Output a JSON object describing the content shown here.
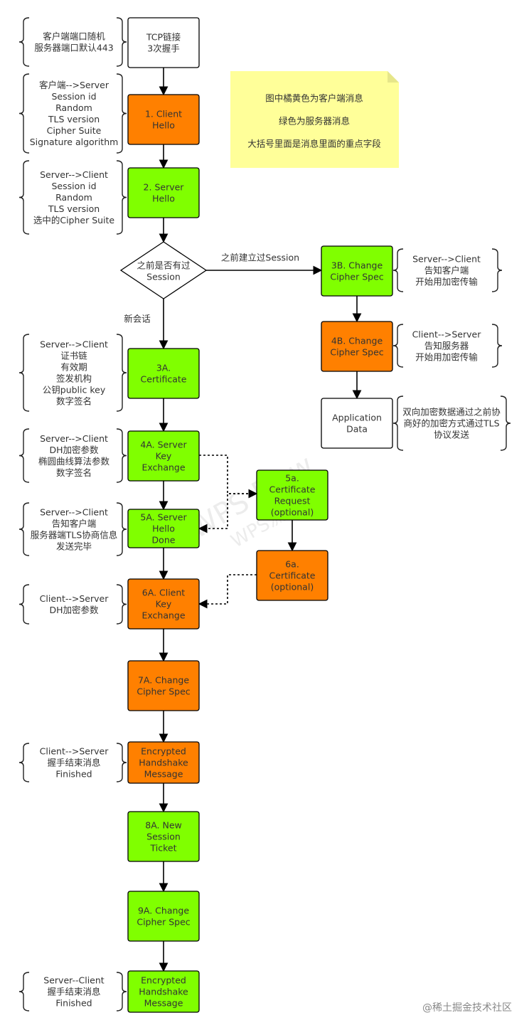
{
  "colors": {
    "client": "#ff8000",
    "server": "#80ff00",
    "neutral": "#ffffff",
    "note": "#ffff99",
    "stroke": "#000000",
    "text": "#333333",
    "footer": "#888888"
  },
  "boxes": [
    {
      "id": "tcp",
      "lines": [
        "TCP链接",
        "3次握手"
      ],
      "role": "neutral"
    },
    {
      "id": "client-hello",
      "lines": [
        "1. Client",
        "Hello"
      ],
      "role": "client"
    },
    {
      "id": "server-hello",
      "lines": [
        "2. Server",
        "Hello"
      ],
      "role": "server"
    },
    {
      "id": "change-cipher-3b",
      "lines": [
        "3B. Change",
        "Cipher Spec"
      ],
      "role": "server"
    },
    {
      "id": "change-cipher-4b",
      "lines": [
        "4B. Change",
        "Cipher Spec"
      ],
      "role": "client"
    },
    {
      "id": "app-data",
      "lines": [
        "Application",
        "Data"
      ],
      "role": "neutral"
    },
    {
      "id": "certificate-3a",
      "lines": [
        "3A.",
        "Certificate"
      ],
      "role": "server"
    },
    {
      "id": "server-key-exchange",
      "lines": [
        "4A. Server",
        "Key",
        "Exchange"
      ],
      "role": "server"
    },
    {
      "id": "cert-request",
      "lines": [
        "5a.",
        "Certificate",
        "Request",
        "(optional)"
      ],
      "role": "server"
    },
    {
      "id": "server-hello-done",
      "lines": [
        "5A. Server",
        "Hello",
        "Done"
      ],
      "role": "server"
    },
    {
      "id": "cert-optional",
      "lines": [
        "6a.",
        "Certificate",
        "(optional)"
      ],
      "role": "client"
    },
    {
      "id": "client-key-exchange",
      "lines": [
        "6A. Client",
        "Key",
        "Exchange"
      ],
      "role": "client"
    },
    {
      "id": "change-cipher-7a",
      "lines": [
        "7A. Change",
        "Cipher Spec"
      ],
      "role": "client"
    },
    {
      "id": "encrypted-hs-client",
      "lines": [
        "Encrypted",
        "Handshake",
        "Message"
      ],
      "role": "client"
    },
    {
      "id": "session-ticket",
      "lines": [
        "8A. New",
        "Session",
        "Ticket"
      ],
      "role": "server"
    },
    {
      "id": "change-cipher-9a",
      "lines": [
        "9A. Change",
        "Cipher Spec"
      ],
      "role": "server"
    },
    {
      "id": "encrypted-hs-server",
      "lines": [
        "Encrypted",
        "Handshake",
        "Message"
      ],
      "role": "server"
    }
  ],
  "decision": {
    "lines": [
      "之前是否有过",
      "Session"
    ]
  },
  "edge_labels": {
    "resumed": "之前建立过Session",
    "new_session": "新会话"
  },
  "annotations": [
    {
      "id": "tcp",
      "lines": [
        "客户端端口随机",
        "服务器端口默认443"
      ]
    },
    {
      "id": "client-hello",
      "lines": [
        "客户端-->Server",
        "Session id",
        "Random",
        "TLS version",
        "Cipher Suite",
        "Signature algorithm"
      ]
    },
    {
      "id": "server-hello",
      "lines": [
        "Server-->Client",
        "Session id",
        "Random",
        "TLS version",
        "选中的Cipher Suite"
      ]
    },
    {
      "id": "change-cipher-3b",
      "lines": [
        "Server-->Client",
        "告知客户端",
        "开始用加密传输"
      ]
    },
    {
      "id": "change-cipher-4b",
      "lines": [
        "Client-->Server",
        "告知服务器",
        "开始用加密传输"
      ]
    },
    {
      "id": "app-data",
      "lines": [
        "双向加密数据通过之前协",
        "商好的加密方式通过TLS",
        "协议发送"
      ]
    },
    {
      "id": "certificate-3a",
      "lines": [
        "Server-->Client",
        "证书链",
        "有效期",
        "签发机构",
        "公钥public key",
        "数字签名"
      ]
    },
    {
      "id": "server-key-exchange",
      "lines": [
        "Server-->Client",
        "DH加密参数",
        "椭圆曲线算法参数",
        "数字签名"
      ]
    },
    {
      "id": "server-hello-done",
      "lines": [
        "Server-->Client",
        "告知客户端",
        "服务器端TLS协商信息",
        "发送完毕"
      ]
    },
    {
      "id": "client-key-exchange",
      "lines": [
        "Client-->Server",
        "DH加密参数"
      ]
    },
    {
      "id": "encrypted-hs-client",
      "lines": [
        "Client-->Server",
        "握手结束消息",
        "Finished"
      ]
    },
    {
      "id": "encrypted-hs-server",
      "lines": [
        "Server--Client",
        "握手结束消息",
        "Finished"
      ]
    }
  ],
  "legend": {
    "lines": [
      "图中橘黄色为客户端消息",
      "绿色为服务器消息",
      "大括号里面是消息里面的重点字段"
    ]
  },
  "watermark": {
    "lines": [
      "WPS Flow",
      "WPS流程"
    ]
  },
  "footer": "@稀土掘金技术社区"
}
